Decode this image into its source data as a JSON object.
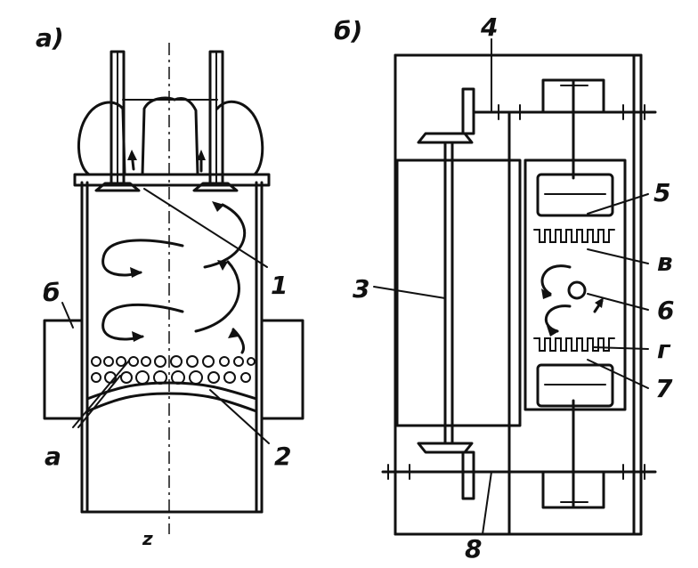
{
  "diagram": {
    "panel_a": {
      "label": "а)",
      "callouts": [
        "1",
        "2",
        "б",
        "а"
      ]
    },
    "panel_b": {
      "label": "б)",
      "callouts": [
        "3",
        "4",
        "5",
        "в",
        "6",
        "г",
        "7",
        "8"
      ]
    },
    "stray_mark": "z"
  }
}
